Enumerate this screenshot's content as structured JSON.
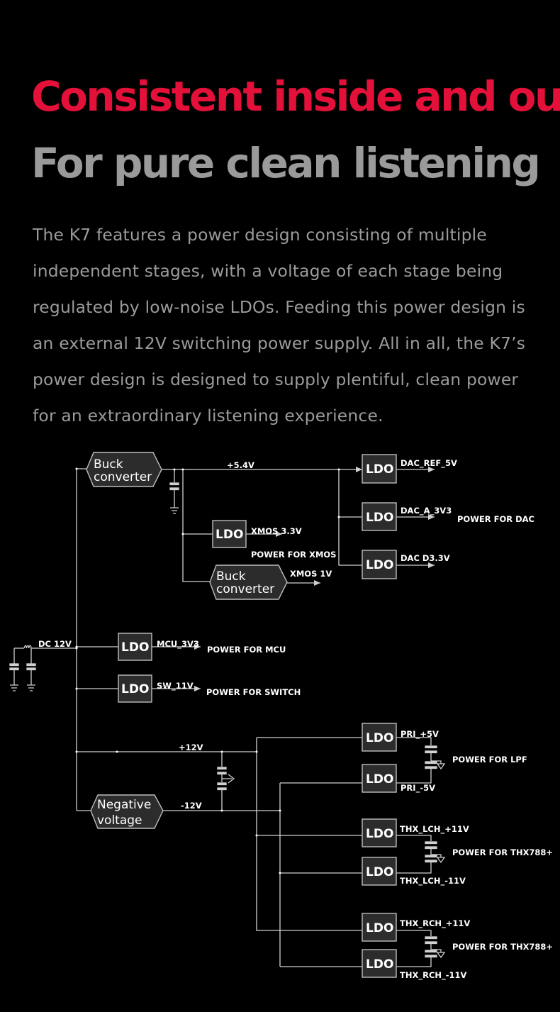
{
  "header": {
    "headline": "Consistent inside and out",
    "headline_color": "#e3103a",
    "subhead": "For pure clean listening",
    "subhead_color": "#9a9a9a"
  },
  "body": {
    "paragraph": "The K7 features a power design consisting of multiple independent stages, with a voltage of each stage being regulated by low-noise LDOs. Feeding this power design is an external 12V switching power supply. All in all, the K7’s power design is designed to supply plentiful, clean power for an extraordinary listening experience."
  },
  "diagram": {
    "blocks": {
      "buck_main": [
        "Buck",
        "converter"
      ],
      "buck_xmos": [
        "Buck",
        "converter"
      ],
      "negative": [
        "Negative",
        "voltage"
      ],
      "ldo": "LDO"
    },
    "labels": {
      "dc12v": "DC 12V",
      "v54": "+5.4V",
      "dac_ref": "DAC_REF_5V",
      "dac_a": "DAC_A_3V3",
      "dac_d": "DAC D3.3V",
      "power_dac": "POWER FOR DAC",
      "xmos33": "XMOS 3.3V",
      "power_xmos": "POWER FOR XMOS",
      "xmos1v": "XMOS 1V",
      "mcu": "MCU_3V3",
      "power_mcu": "POWER FOR MCU",
      "sw": "SW_11V",
      "power_switch": "POWER FOR SWITCH",
      "p12v": "+12V",
      "n12v": "-12V",
      "pri_p": "PRI_+5V",
      "pri_n": "PRI_-5V",
      "power_lpf": "POWER FOR LPF",
      "thx_lch_p": "THX_LCH_+11V",
      "thx_lch_n": "THX_LCH_-11V",
      "power_thx1": "POWER FOR THX788+",
      "thx_rch_p": "THX_RCH_+11V",
      "thx_rch_n": "THX_RCH_-11V",
      "power_thx2": "POWER FOR THX788+"
    }
  }
}
